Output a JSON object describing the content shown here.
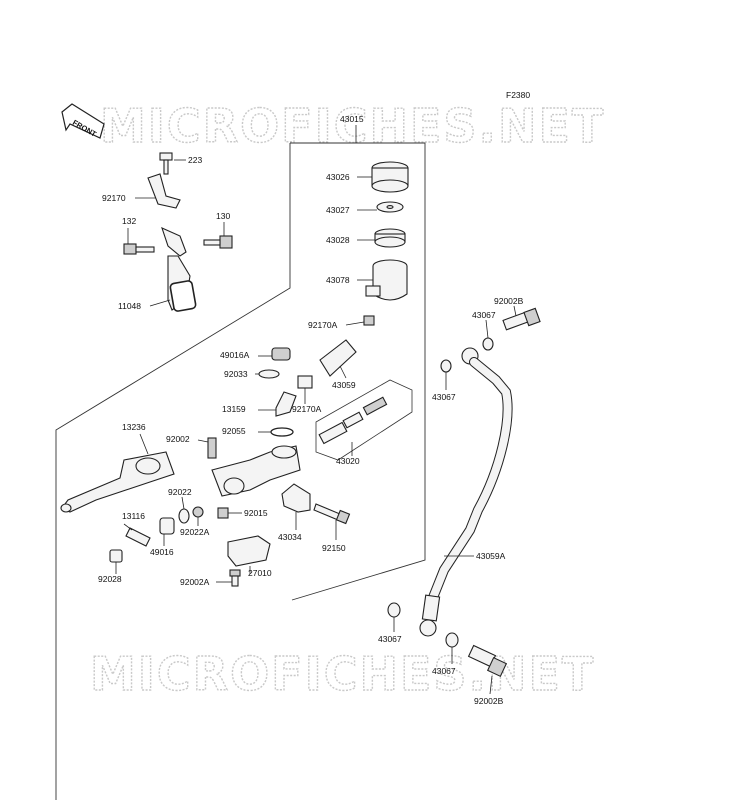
{
  "figure_code": "F2380",
  "front_label": "FRONT",
  "watermark": "MICROFICHES.NET",
  "parts": {
    "p43015": "43015",
    "p223": "223",
    "p92170": "92170",
    "p132": "132",
    "p130": "130",
    "p11048": "11048",
    "p43026": "43026",
    "p43027": "43027",
    "p43028": "43028",
    "p43078": "43078",
    "p92170A": "92170A",
    "p49016A": "49016A",
    "p92033": "92033",
    "p43059": "43059",
    "p13159": "13159",
    "p92170A_b": "92170A",
    "p92055": "92055",
    "p13236": "13236",
    "p92002": "92002",
    "p43020": "43020",
    "p92022": "92022",
    "p92022A": "92022A",
    "p92015": "92015",
    "p13116": "13116",
    "p49016": "49016",
    "p43034": "43034",
    "p92150": "92150",
    "p92028": "92028",
    "p27010": "27010",
    "p92002A": "92002A",
    "p92002B_top": "92002B",
    "p43067_a": "43067",
    "p43067_b": "43067",
    "p43059A": "43059A",
    "p43067_c": "43067",
    "p43067_d": "43067",
    "p92002B_bot": "92002B"
  }
}
